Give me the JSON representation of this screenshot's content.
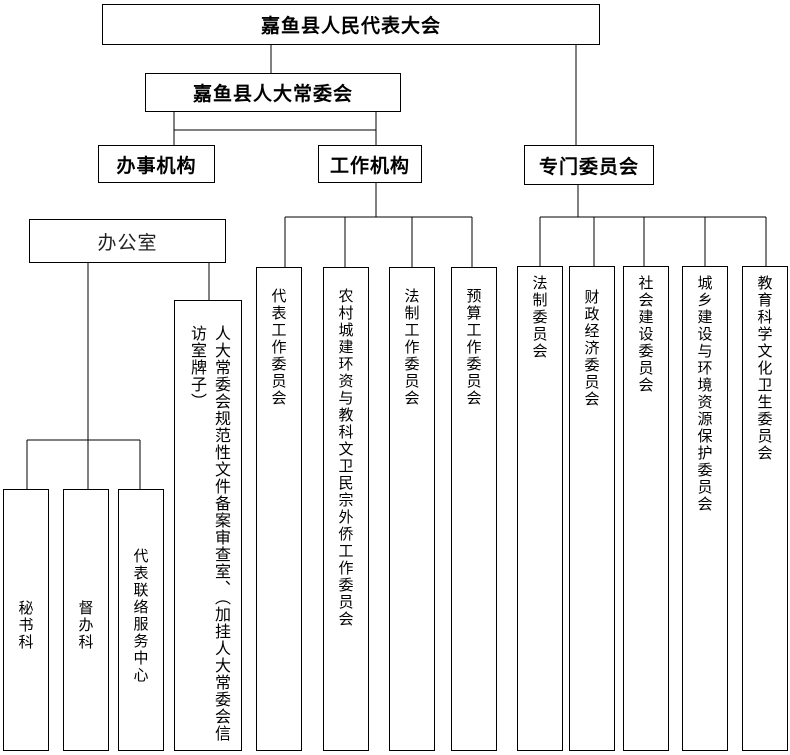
{
  "congress": "嘉鱼县人民代表大会",
  "standing_committee": "嘉鱼县人大常委会",
  "branches": {
    "administrative": "办事机构",
    "working": "工作机构",
    "special": "专门委员会"
  },
  "office": "办公室",
  "office_units": [
    "秘书科",
    "督办科",
    "代表联络服务中心"
  ],
  "office_additional": "人大常委会规范性文件备案审查室、（加挂人大常委会信访室牌子）",
  "working_bodies": [
    "代表工作委员会",
    "农村城建环资与教科文卫民宗外侨工作委员会",
    "法制工作委员会",
    "预算工作委员会"
  ],
  "special_committees": [
    "法制委员会",
    "财政经济委员会",
    "社会建设委员会",
    "城乡建设与环境资源保护委员会",
    "教育科学文化卫生委员会"
  ]
}
